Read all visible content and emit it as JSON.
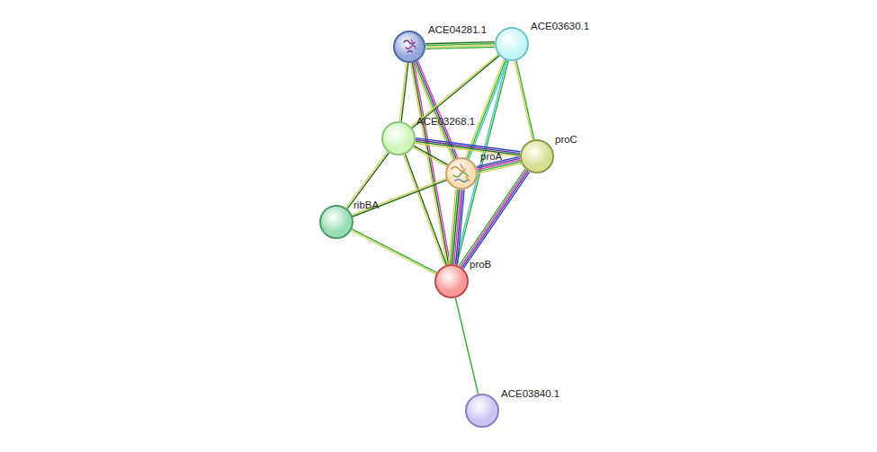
{
  "diagram": {
    "nodes": [
      {
        "text": [
          "ACE04281.1"
        ]
      },
      {
        "text": [
          "ACE03630.1"
        ]
      },
      {
        "text": [
          "ACE03268.1"
        ]
      },
      {
        "text": [
          "proA"
        ]
      },
      {
        "text": [
          "proC"
        ]
      },
      {
        "text": [
          "ribBA"
        ]
      },
      {
        "text": [
          "proB"
        ]
      },
      {
        "text": [
          "ACE03840.1"
        ]
      }
    ],
    "edges": [
      {
        "from": 0,
        "to": 1,
        "arrow": "none"
      },
      {
        "from": 0,
        "to": 2,
        "arrow": "none"
      },
      {
        "from": 0,
        "to": 3,
        "arrow": "none"
      },
      {
        "from": 0,
        "to": 6,
        "arrow": "none"
      },
      {
        "from": 1,
        "to": 2,
        "arrow": "none"
      },
      {
        "from": 1,
        "to": 3,
        "arrow": "none"
      },
      {
        "from": 1,
        "to": 4,
        "arrow": "none"
      },
      {
        "from": 1,
        "to": 6,
        "arrow": "none"
      },
      {
        "from": 2,
        "to": 3,
        "arrow": "none"
      },
      {
        "from": 2,
        "to": 4,
        "arrow": "none"
      },
      {
        "from": 2,
        "to": 5,
        "arrow": "none"
      },
      {
        "from": 2,
        "to": 6,
        "arrow": "none"
      },
      {
        "from": 3,
        "to": 4,
        "arrow": "none"
      },
      {
        "from": 3,
        "to": 5,
        "arrow": "none"
      },
      {
        "from": 3,
        "to": 6,
        "arrow": "none"
      },
      {
        "from": 4,
        "to": 6,
        "arrow": "none"
      },
      {
        "from": 5,
        "to": 6,
        "arrow": "none"
      },
      {
        "from": 6,
        "to": 7,
        "arrow": "none"
      }
    ]
  }
}
